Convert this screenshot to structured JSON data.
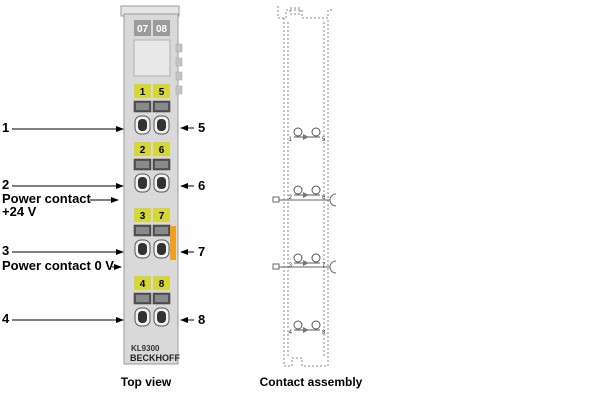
{
  "top_view": {
    "caption": "Top view",
    "header_numbers": [
      "07",
      "08"
    ],
    "model": "KL9300",
    "brand": "BECKHOFF"
  },
  "contact_assembly": {
    "caption": "Contact assembly",
    "contact_pairs": [
      [
        "1",
        "5"
      ],
      [
        "2",
        "6"
      ],
      [
        "3",
        "7"
      ],
      [
        "4",
        "8"
      ]
    ]
  },
  "terminal_labels": {
    "t1": "1",
    "t2": "2",
    "t3": "3",
    "t4": "4",
    "t5": "5",
    "t6": "6",
    "t7": "7",
    "t8": "8"
  },
  "power_labels": {
    "plus24_line1": "Power contact",
    "plus24_line2": "+24 V",
    "zero_v": "Power contact 0 V"
  },
  "colors": {
    "housing": "#d8d8d8",
    "housing_dark": "#b8b8b8",
    "label_yellow": "#d4d63a",
    "led_orange": "#f0a020",
    "dashed_outline": "#888888"
  }
}
